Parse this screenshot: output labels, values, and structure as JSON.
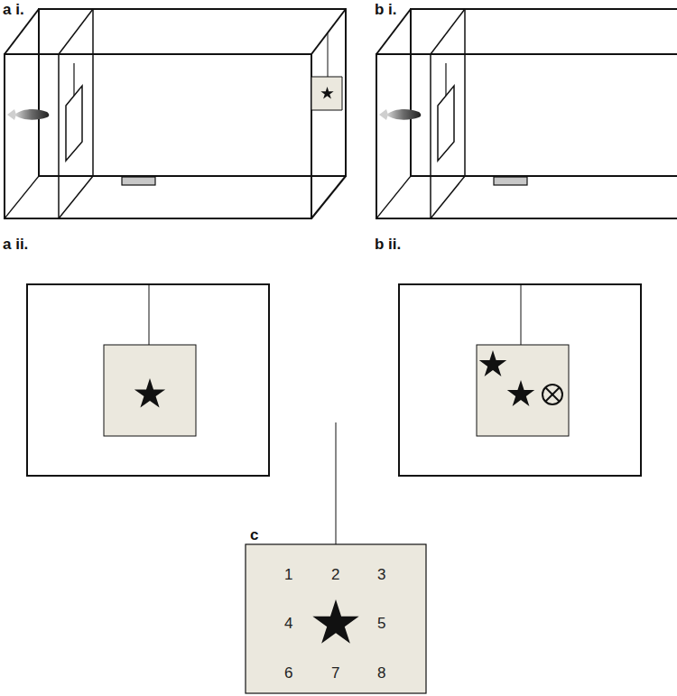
{
  "diagram": {
    "nodes": [
      {
        "text": [
          "1",
          "2",
          "3",
          "4",
          "5",
          "6",
          "7",
          "8"
        ]
      }
    ],
    "labels": [
      "a i.",
      "b i.",
      "a ii.",
      "b ii.",
      "c"
    ]
  }
}
